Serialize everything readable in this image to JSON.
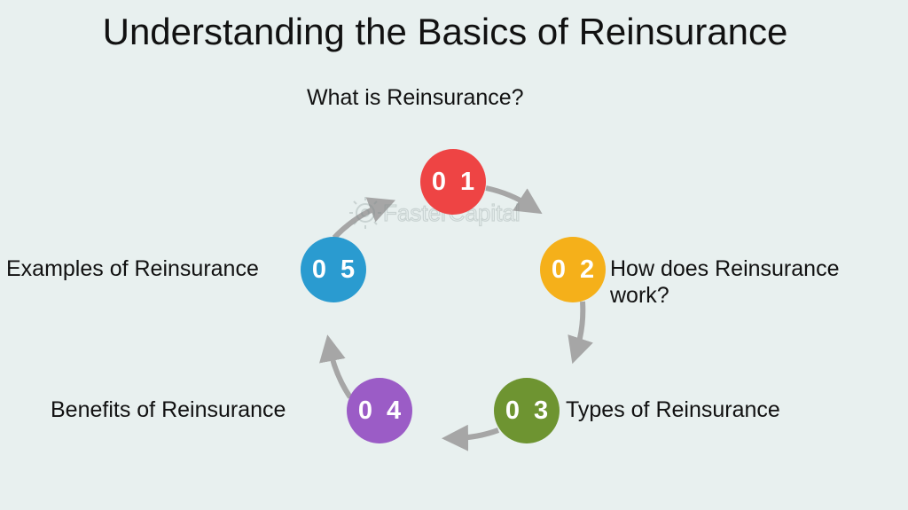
{
  "title": "Understanding the Basics of Reinsurance",
  "watermark": "FasterCapital",
  "steps": [
    {
      "number": "0 1",
      "label": "What is Reinsurance?",
      "color": "#ee4444"
    },
    {
      "number": "0 2",
      "label": "How does Reinsurance work?",
      "color": "#f5b01a"
    },
    {
      "number": "0 3",
      "label": "Types of Reinsurance",
      "color": "#6e9431"
    },
    {
      "number": "0 4",
      "label": "Benefits of Reinsurance",
      "color": "#9b5cc6"
    },
    {
      "number": "0 5",
      "label": "Examples of Reinsurance",
      "color": "#2a9bd0"
    }
  ],
  "arrow_color": "#a6a6a6"
}
